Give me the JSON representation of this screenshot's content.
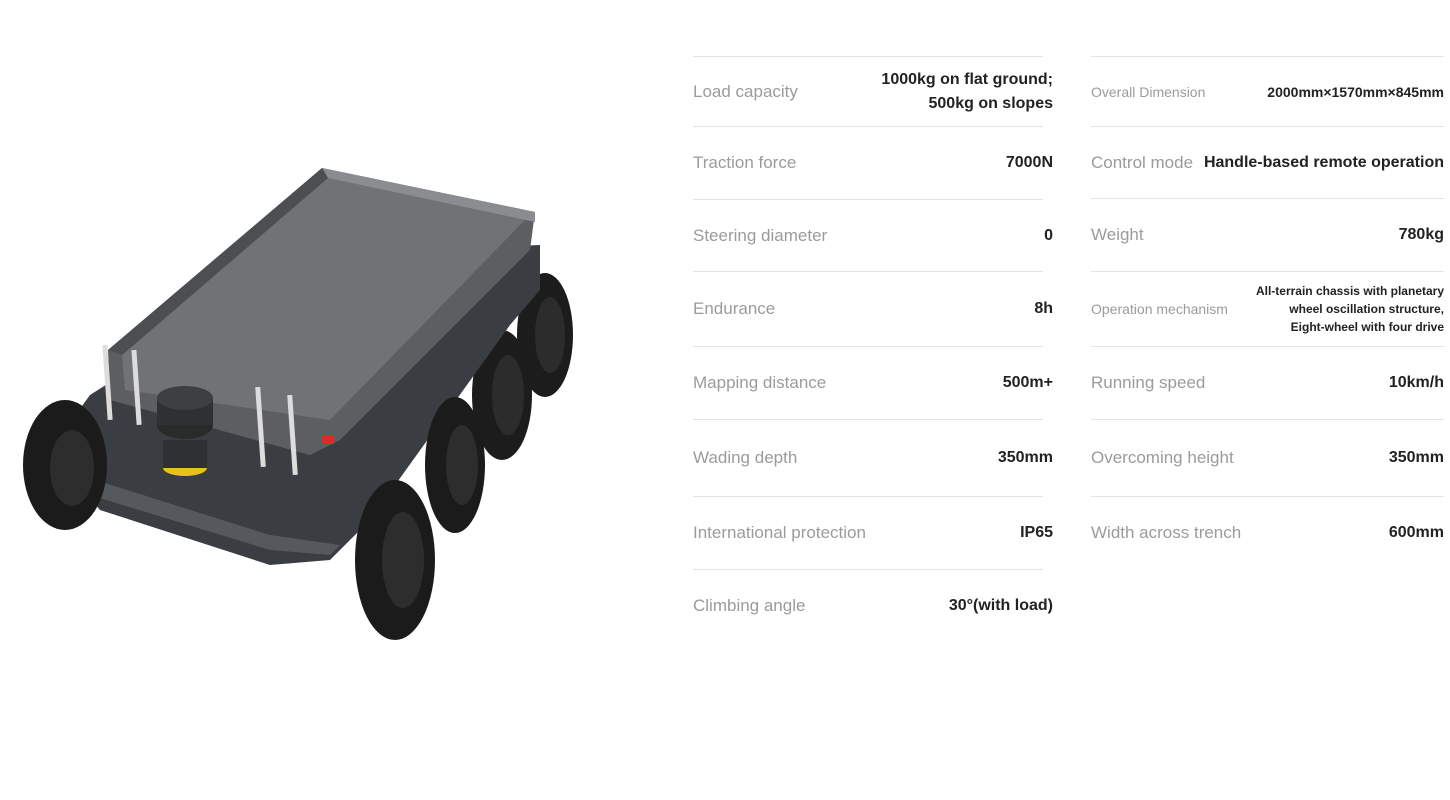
{
  "specs_left": [
    {
      "label": "Load capacity",
      "value": [
        "1000kg on flat ground;",
        "500kg on slopes"
      ]
    },
    {
      "label": "Traction force",
      "value": [
        "7000N"
      ]
    },
    {
      "label": "Steering diameter",
      "value": [
        "0"
      ]
    },
    {
      "label": "Endurance",
      "value": [
        "8h"
      ]
    },
    {
      "label": "Mapping distance",
      "value": [
        "500m+"
      ]
    },
    {
      "label": "Wading depth",
      "value": [
        "350mm"
      ]
    },
    {
      "label": "International protection",
      "value": [
        "IP65"
      ]
    },
    {
      "label": "Climbing angle",
      "value": [
        "30°(with load)"
      ]
    }
  ],
  "specs_right": [
    {
      "label": "Overall Dimension",
      "value": [
        "2000mm×1570mm×845mm"
      ]
    },
    {
      "label": "Control mode",
      "value": [
        "Handle-based remote operation"
      ]
    },
    {
      "label": "Weight",
      "value": [
        "780kg"
      ]
    },
    {
      "label": "Operation mechanism",
      "value": [
        "All-terrain chassis with planetary",
        "wheel oscillation structure,",
        "Eight-wheel with four drive"
      ]
    },
    {
      "label": "Running speed",
      "value": [
        "10km/h"
      ]
    },
    {
      "label": "Overcoming height",
      "value": [
        "350mm"
      ]
    },
    {
      "label": "Width across trench",
      "value": [
        "600mm"
      ]
    }
  ],
  "colors": {
    "label": "#9b9b9b",
    "value": "#222222",
    "divider": "#e3e3e3",
    "chassis": "#3a3d42",
    "tray": "#6e7074",
    "tire": "#1b1b1b",
    "accent_yellow": "#e8c21a",
    "accent_red": "#e02a2a"
  }
}
